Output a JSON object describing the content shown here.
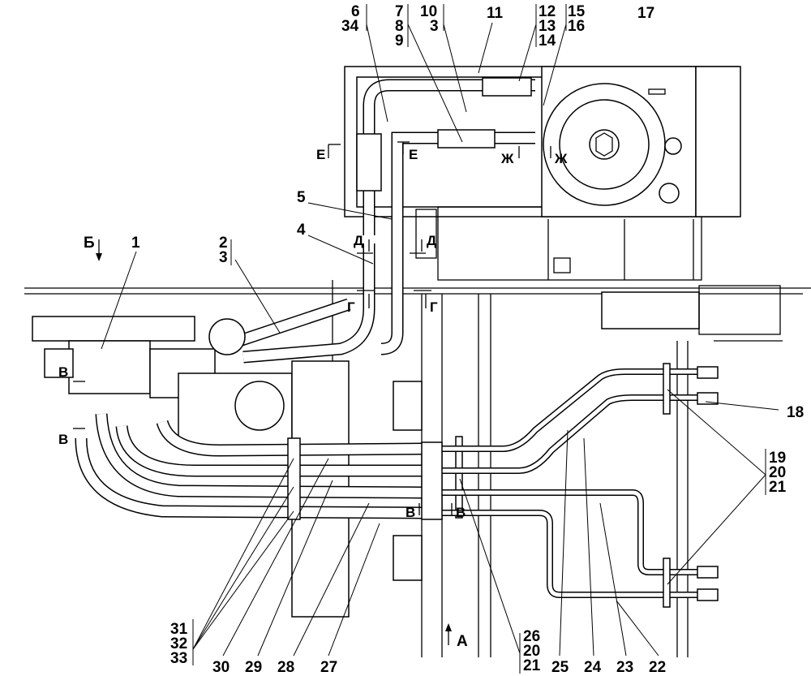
{
  "top_callouts": {
    "c6": "6",
    "c34": "34",
    "c7": "7",
    "c8": "8",
    "c9": "9",
    "c10": "10",
    "c3": "3",
    "c11": "11",
    "c12": "12",
    "c13": "13",
    "c14": "14",
    "c15": "15",
    "c16": "16",
    "c17": "17"
  },
  "left_callouts": {
    "b_view": "Б",
    "c1": "1",
    "c2": "2",
    "c3": "3",
    "c4": "4",
    "c5": "5"
  },
  "right_callouts": {
    "c18": "18",
    "c19": "19",
    "c20": "20",
    "c21": "21"
  },
  "bottom_callouts": {
    "c31": "31",
    "c32": "32",
    "c33": "33",
    "c30": "30",
    "c29": "29",
    "c28": "28",
    "c27": "27",
    "view_a": "А",
    "c26": "26",
    "c20": "20",
    "c21": "21",
    "c25": "25",
    "c24": "24",
    "c23": "23",
    "c22": "22"
  },
  "section_marks": {
    "e1": "Е",
    "e2": "Е",
    "zh1": "Ж",
    "zh2": "Ж",
    "d1": "Д",
    "d2": "Д",
    "g1": "Г",
    "g2": "Г",
    "v1": "В",
    "v2": "В",
    "v3": "В",
    "v4": "В"
  }
}
